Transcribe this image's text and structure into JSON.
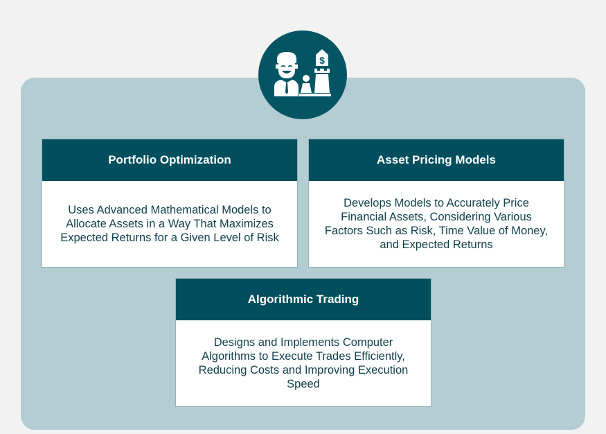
{
  "colors": {
    "background": "#f2f2f2",
    "panel": "#b3cdd2",
    "header": "#014f5e",
    "circle": "#035564",
    "body_text": "#12404b"
  },
  "icon": "businessman-chess-finance-icon",
  "cards": [
    {
      "title": "Portfolio Optimization",
      "description": "Uses Advanced Mathematical Models to Allocate Assets in a Way That Maximizes Expected Returns for a Given Level of Risk"
    },
    {
      "title": "Asset Pricing Models",
      "description": "Develops Models to Accurately Price Financial Assets, Considering Various Factors Such as Risk, Time Value of Money, and Expected Returns"
    },
    {
      "title": "Algorithmic Trading",
      "description": "Designs and Implements Computer Algorithms to Execute Trades Efficiently, Reducing Costs and Improving Execution Speed"
    }
  ]
}
